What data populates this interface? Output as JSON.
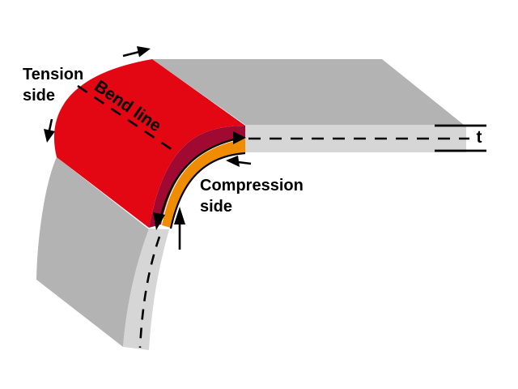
{
  "labels": {
    "tension_side": "Tension\nside",
    "bend_line": "Bend line",
    "compression_side": "Compression\nside",
    "thickness": "t"
  },
  "colors": {
    "red": "#e30613",
    "dark_red": "#a00a32",
    "orange": "#f08c00",
    "gray_top": "#b3b3b3",
    "gray_edge": "#d6d6d6",
    "line_black": "#000000",
    "background": "#ffffff"
  }
}
